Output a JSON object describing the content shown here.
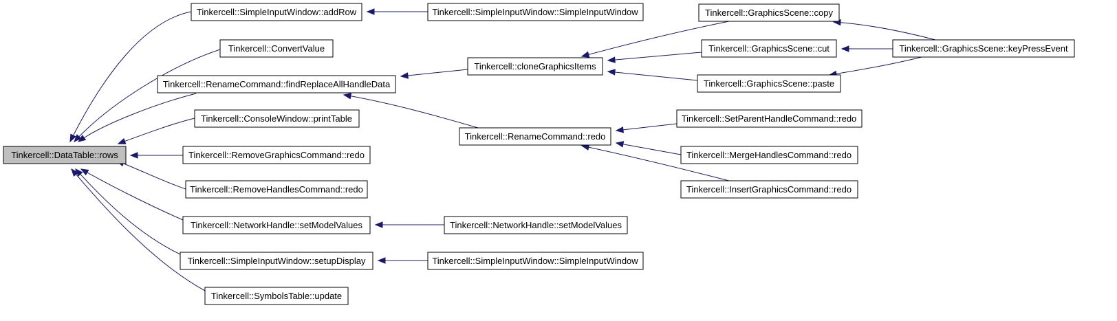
{
  "colors": {
    "edge": "#191970",
    "root_fill": "#bfbfbf",
    "node_fill": "#ffffff",
    "border": "#000000"
  },
  "nodes": {
    "root": "Tinkercell::DataTable::rows",
    "sim_addrow": "Tinkercell::SimpleInputWindow::addRow",
    "convert": "Tinkercell::ConvertValue",
    "rename_find": "Tinkercell::RenameCommand::findReplaceAllHandleData",
    "console_print": "Tinkercell::ConsoleWindow::printTable",
    "remove_gfx": "Tinkercell::RemoveGraphicsCommand::redo",
    "remove_handles": "Tinkercell::RemoveHandlesCommand::redo",
    "net_setmodel": "Tinkercell::NetworkHandle::setModelValues",
    "sim_setup": "Tinkercell::SimpleInputWindow::setupDisplay",
    "symbols_update": "Tinkercell::SymbolsTable::update",
    "sim_ctor_1": "Tinkercell::SimpleInputWindow::SimpleInputWindow",
    "clone_gfx": "Tinkercell::cloneGraphicsItems",
    "rename_redo": "Tinkercell::RenameCommand::redo",
    "net_setmodel_2": "Tinkercell::NetworkHandle::setModelValues",
    "sim_ctor_2": "Tinkercell::SimpleInputWindow::SimpleInputWindow",
    "gs_copy": "Tinkercell::GraphicsScene::copy",
    "gs_cut": "Tinkercell::GraphicsScene::cut",
    "gs_paste": "Tinkercell::GraphicsScene::paste",
    "setparent_redo": "Tinkercell::SetParentHandleCommand::redo",
    "merge_redo": "Tinkercell::MergeHandlesCommand::redo",
    "insert_gfx_redo": "Tinkercell::InsertGraphicsCommand::redo",
    "gs_keypress": "Tinkercell::GraphicsScene::keyPressEvent"
  },
  "edges": [
    [
      "sim_addrow",
      "root"
    ],
    [
      "convert",
      "root"
    ],
    [
      "rename_find",
      "root"
    ],
    [
      "console_print",
      "root"
    ],
    [
      "remove_gfx",
      "root"
    ],
    [
      "remove_handles",
      "root"
    ],
    [
      "net_setmodel",
      "root"
    ],
    [
      "sim_setup",
      "root"
    ],
    [
      "symbols_update",
      "root"
    ],
    [
      "sim_ctor_1",
      "sim_addrow"
    ],
    [
      "clone_gfx",
      "rename_find"
    ],
    [
      "rename_redo",
      "rename_find"
    ],
    [
      "net_setmodel_2",
      "net_setmodel"
    ],
    [
      "sim_ctor_2",
      "sim_setup"
    ],
    [
      "gs_copy",
      "clone_gfx"
    ],
    [
      "gs_cut",
      "clone_gfx"
    ],
    [
      "gs_paste",
      "clone_gfx"
    ],
    [
      "setparent_redo",
      "rename_redo"
    ],
    [
      "merge_redo",
      "rename_redo"
    ],
    [
      "insert_gfx_redo",
      "rename_redo"
    ],
    [
      "gs_keypress",
      "gs_copy"
    ],
    [
      "gs_keypress",
      "gs_cut"
    ],
    [
      "gs_keypress",
      "gs_paste"
    ]
  ]
}
